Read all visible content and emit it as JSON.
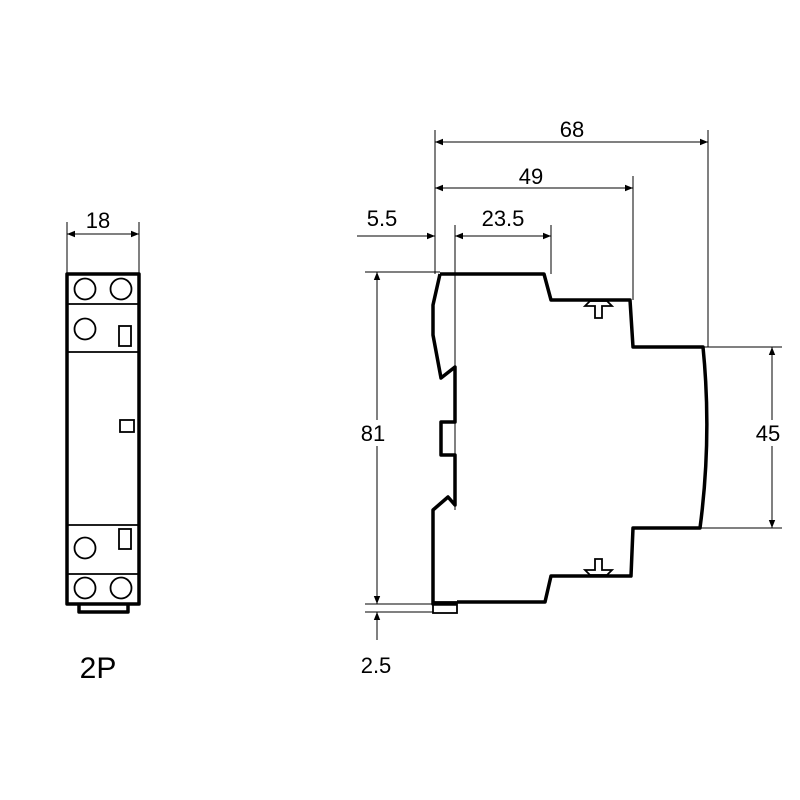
{
  "front_view": {
    "width_dim": "18",
    "pole_label": "2P"
  },
  "side_view": {
    "overall_depth_dim": "68",
    "mid_depth_dim": "49",
    "rail_offset_dim": "5.5",
    "step_dim": "23.5",
    "height_dim": "81",
    "front_height_dim": "45",
    "base_dim": "2.5"
  }
}
